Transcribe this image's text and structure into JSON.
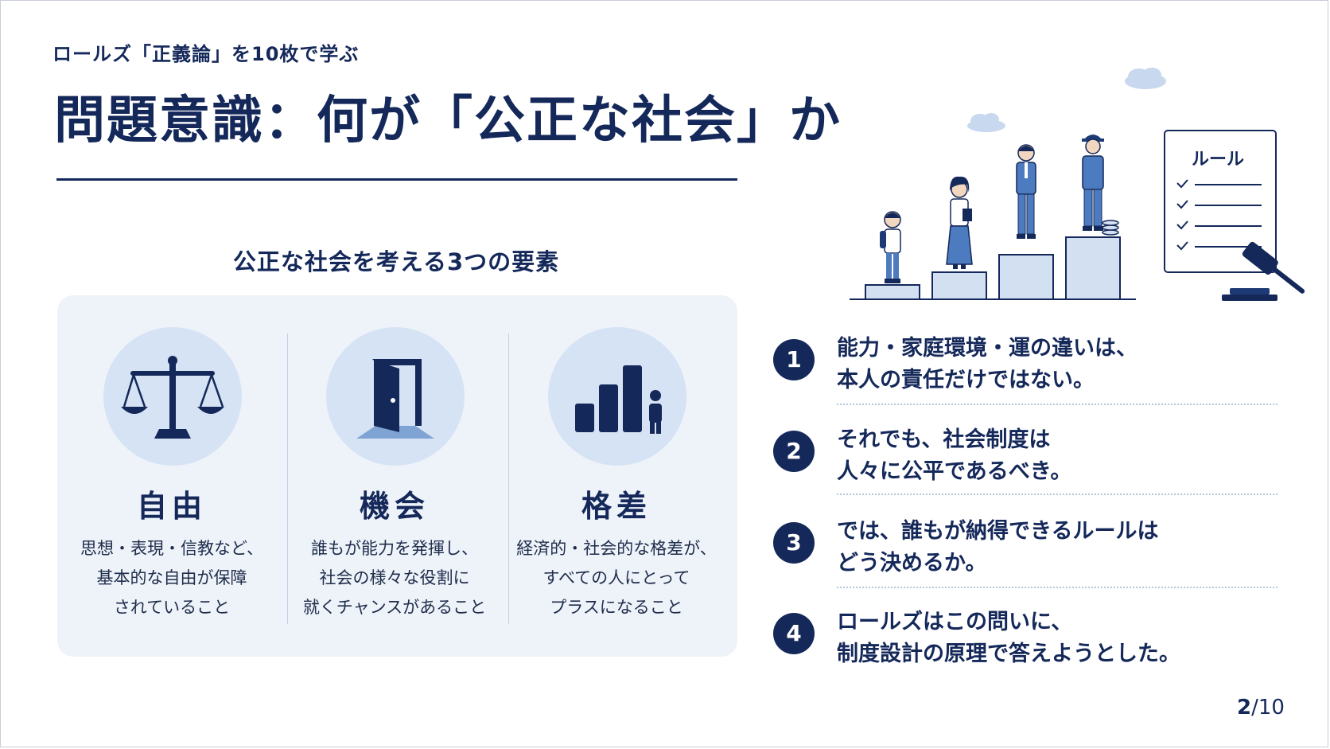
{
  "slide": {
    "series_title": "ロールズ「正義論」を10枚で学ぶ",
    "title": "問題意識：何が「公正な社会」か",
    "section_heading": "公正な社会を考える3つの要素",
    "elements": [
      {
        "title": "自由",
        "icon": "scales-icon",
        "desc": [
          "思想・表現・信教など、",
          "基本的な自由が保障",
          "されていること"
        ]
      },
      {
        "title": "機会",
        "icon": "open-door-icon",
        "desc": [
          "誰もが能力を発揮し、",
          "社会の様々な役割に",
          "就くチャンスがあること"
        ]
      },
      {
        "title": "格差",
        "icon": "bar-chart-person-icon",
        "desc": [
          "経済的・社会的な格差が、",
          "すべての人にとって",
          "プラスになること"
        ]
      }
    ],
    "illustration": {
      "checklist_label": "ルール"
    },
    "points": [
      {
        "number": "1",
        "lines": [
          "能力・家庭環境・運の違いは、",
          "本人の責任だけではない。"
        ]
      },
      {
        "number": "2",
        "lines": [
          "それでも、社会制度は",
          "人々に公平であるべき。"
        ]
      },
      {
        "number": "3",
        "lines": [
          "では、誰もが納得できるルールは",
          "どう決めるか。"
        ]
      },
      {
        "number": "4",
        "lines": [
          "ロールズはこの問いに、",
          "制度設計の原理で答えようとした。"
        ]
      }
    ],
    "page": {
      "current": "2",
      "separator": "/",
      "total": "10"
    },
    "colors": {
      "navy": "#14285a",
      "panel": "#eef3fa",
      "circle": "#d6e3f4",
      "step": "#d3e0f2"
    }
  }
}
